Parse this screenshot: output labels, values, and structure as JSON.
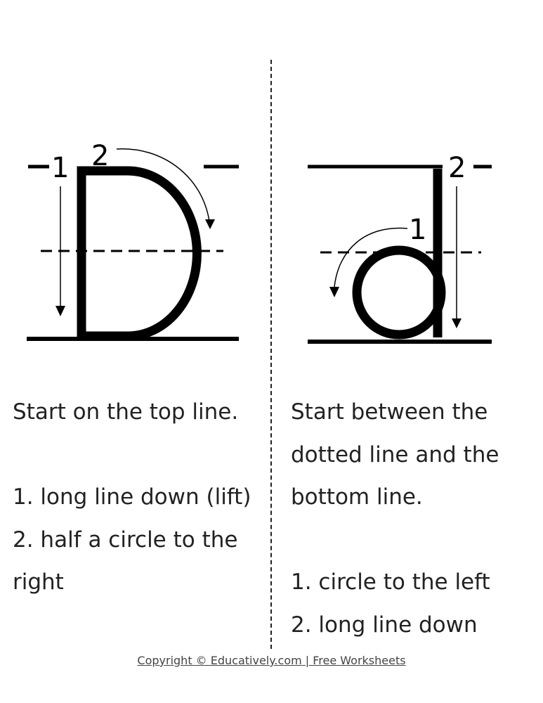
{
  "left": {
    "stroke_numbers": [
      "1",
      "2"
    ],
    "intro": "Start on the top line.",
    "steps": [
      "1. long line down (lift)",
      "2. half a circle to the",
      "right"
    ]
  },
  "right": {
    "stroke_numbers": [
      "1",
      "2"
    ],
    "intro": [
      "Start between the",
      "dotted line and the",
      "bottom line."
    ],
    "steps": [
      "1. circle to the left",
      "2. long line down"
    ]
  },
  "footer": {
    "copyright": "Copyright © Educatively.com",
    "separator": " | ",
    "link": "Free Worksheets"
  }
}
